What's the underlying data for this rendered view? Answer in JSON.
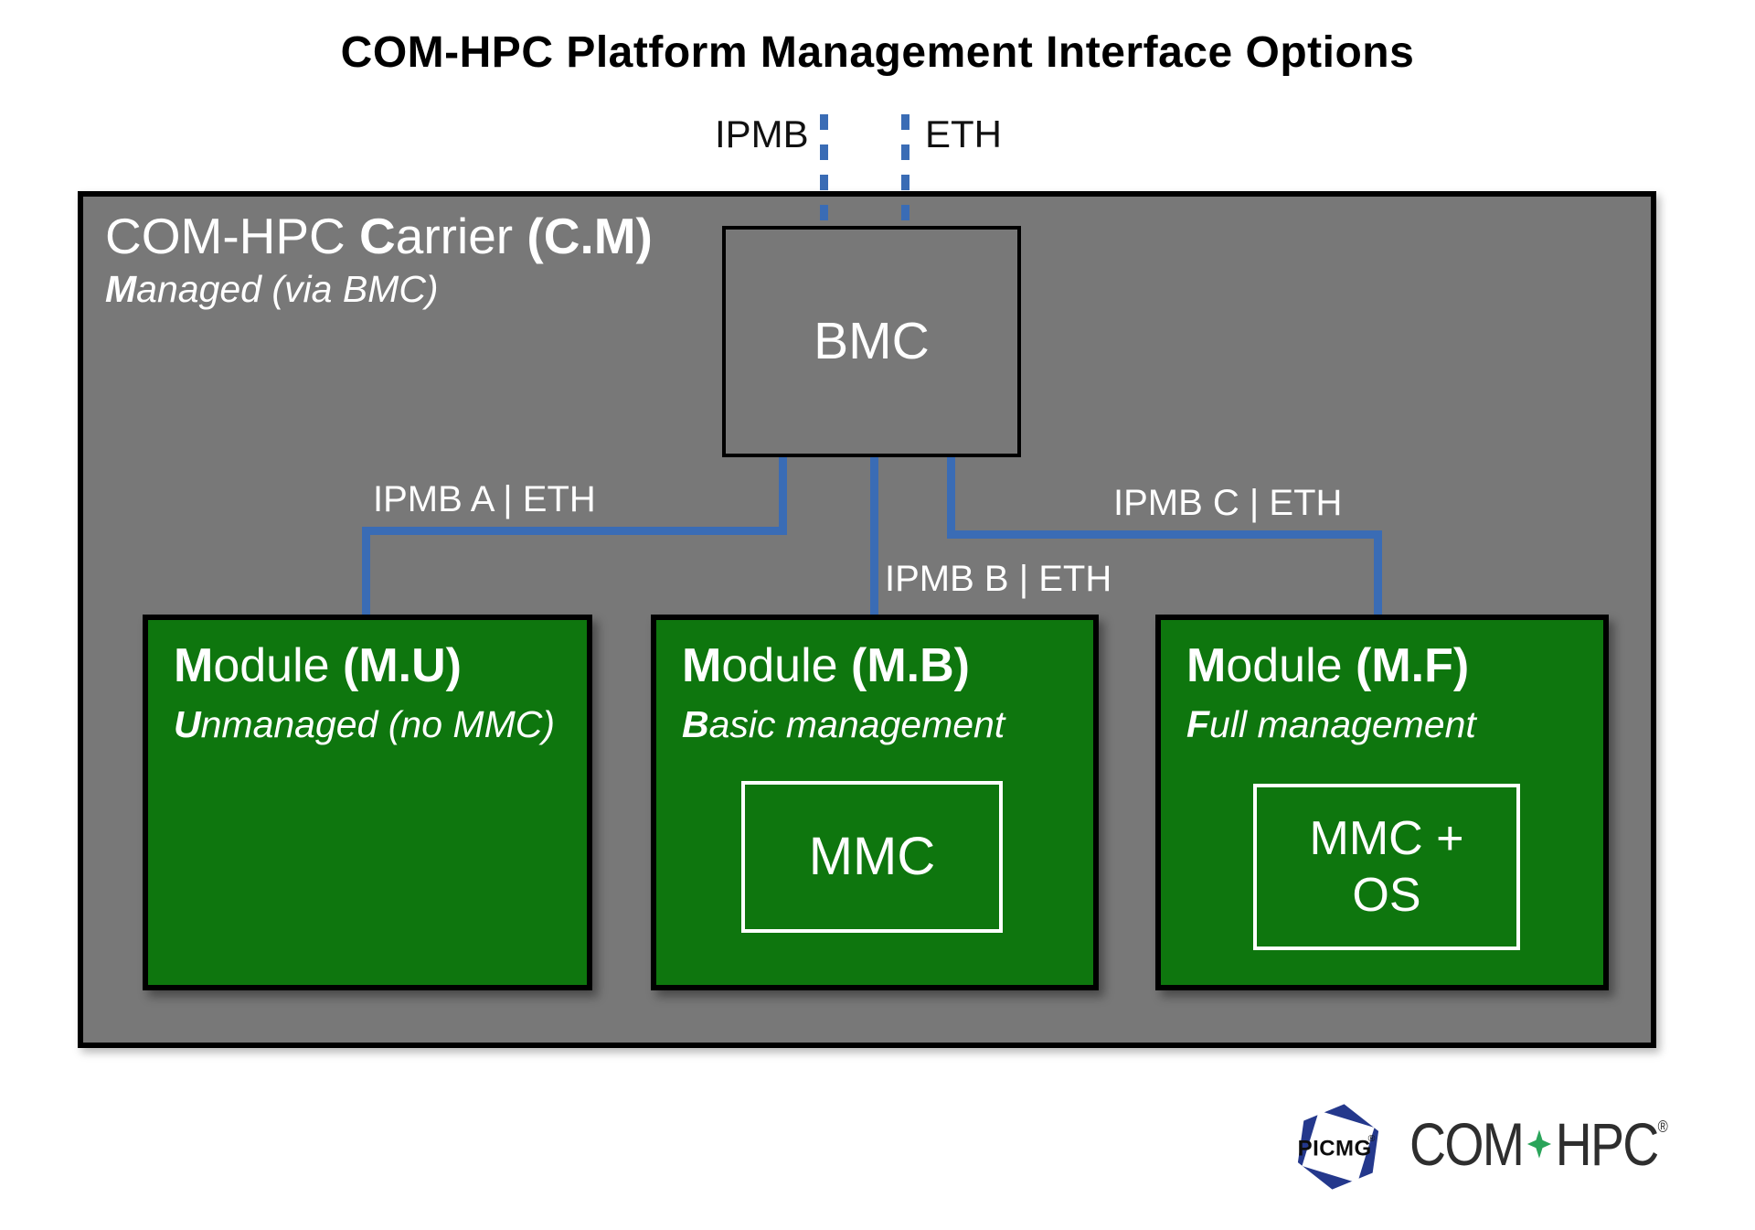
{
  "title": "COM-HPC Platform Management Interface Options",
  "top_labels": {
    "ipmb": "IPMB",
    "eth": "ETH"
  },
  "carrier": {
    "name_prefix": "COM-HPC ",
    "name_lead": "C",
    "name_body": "arrier ",
    "name_code": "(C.M)",
    "sub_lead": "M",
    "sub_body": "anaged (via BMC)"
  },
  "bmc": {
    "label": "BMC"
  },
  "connections": {
    "a": "IPMB A | ETH",
    "b": "IPMB B | ETH",
    "c": "IPMB C | ETH"
  },
  "modules": [
    {
      "title_lead": "M",
      "title_body": "odule ",
      "title_code": "(M.U)",
      "subtitle_lead": "U",
      "subtitle_body": "nmanaged (no MMC)"
    },
    {
      "title_lead": "M",
      "title_body": "odule ",
      "title_code": "(M.B)",
      "subtitle_lead": "B",
      "subtitle_body": "asic management",
      "inner_label": "MMC"
    },
    {
      "title_lead": "M",
      "title_body": "odule ",
      "title_code": "(M.F)",
      "subtitle_lead": "F",
      "subtitle_body": "ull management",
      "inner_line1": "MMC +",
      "inner_line2": "OS"
    }
  ],
  "footer": {
    "picmg": "PICMG",
    "picmg_reg": "®",
    "com": "COM",
    "hpc": "HPC",
    "hpc_reg": "®"
  },
  "icons": {
    "star": "four-pointed-star",
    "picmg_mark": "picmg-hexagon-logo"
  },
  "colors": {
    "carrier_gray": "#787878",
    "module_green": "#0e760e",
    "line_blue": "#3a6cb5",
    "border_black": "#000000",
    "text_white": "#ffffff",
    "picmg_blue": "#24388c",
    "star_green": "#2aa45a",
    "wordmark_gray": "#2e2e2e"
  }
}
